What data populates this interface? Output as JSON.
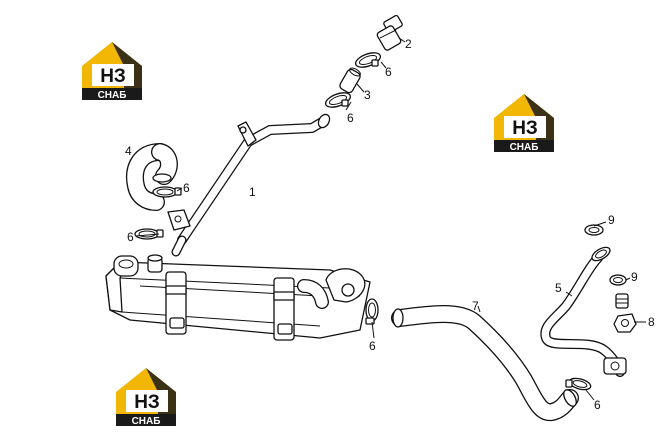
{
  "callouts": [
    {
      "id": "1",
      "label": "1"
    },
    {
      "id": "2",
      "label": "2"
    },
    {
      "id": "3",
      "label": "3"
    },
    {
      "id": "4",
      "label": "4"
    },
    {
      "id": "5",
      "label": "5"
    },
    {
      "id": "6a",
      "label": "6"
    },
    {
      "id": "6b",
      "label": "6"
    },
    {
      "id": "6c",
      "label": "6"
    },
    {
      "id": "6d",
      "label": "6"
    },
    {
      "id": "6e",
      "label": "6"
    },
    {
      "id": "6f",
      "label": "6"
    },
    {
      "id": "7",
      "label": "7"
    },
    {
      "id": "8",
      "label": "8"
    },
    {
      "id": "9a",
      "label": "9"
    },
    {
      "id": "9b",
      "label": "9"
    }
  ],
  "watermark": {
    "top": "НЗ",
    "bottom": "СНАБ",
    "accent_color": "#f2b705",
    "dark_color": "#1a1a1a"
  },
  "colors": {
    "line": "#111111",
    "background": "#ffffff"
  }
}
